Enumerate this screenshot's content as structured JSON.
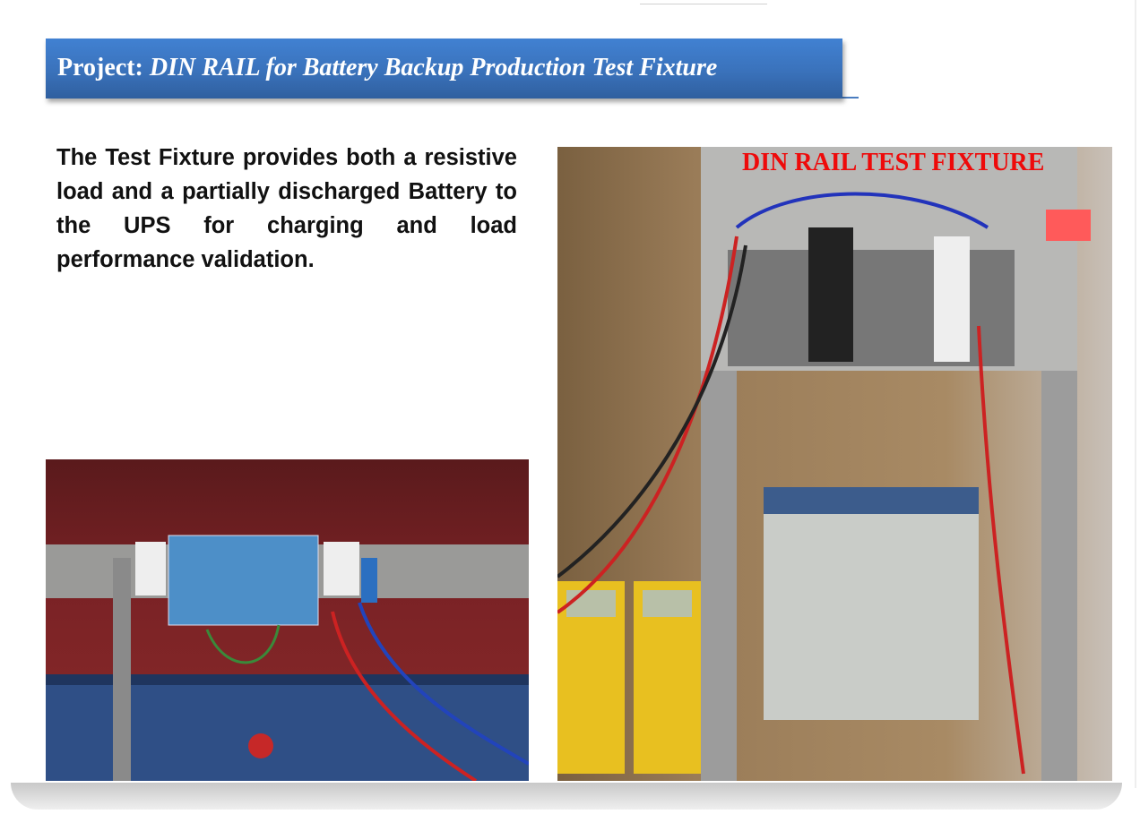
{
  "title": {
    "prefix": "Project:",
    "italic": "DIN RAIL for Battery Backup Production Test Fixture"
  },
  "body_text": "The Test Fixture provides both a resistive load and a partially discharged Battery to the UPS for charging and load performance validation.",
  "photos": {
    "right_label": "DIN RAIL TEST FIXTURE"
  },
  "colors": {
    "title_bar": "#3a72bb",
    "label_red": "#ee0a0a"
  }
}
